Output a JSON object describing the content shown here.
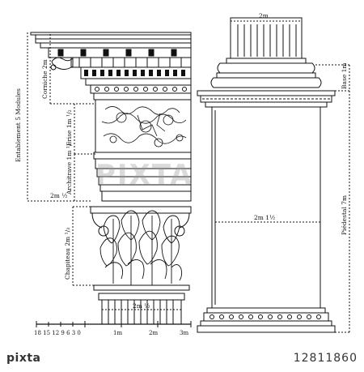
{
  "labels": {
    "entablement": "Entablement 5 Modules",
    "corniche": "Corniche 2m",
    "frise": "Frise 1m ¹/₂",
    "architrave": "Architrave 1m ¹/₂",
    "dim_2m_left": "2m ½",
    "chapiteau": "Chapiteau 2m ¹/₃",
    "base_width": "2m ½",
    "top_width": "2m",
    "base": "Base 1m",
    "piedestal": "Piédestal 7m",
    "mid_dim": "2m 1½"
  },
  "scale": {
    "small_ticks": "18 15 12 9 6 3 0",
    "tick_1": "1m",
    "tick_2": "2m",
    "tick_3": "3m"
  },
  "watermark": "PIXTA",
  "footer": {
    "logo": "pixta",
    "image_id": "12811860"
  }
}
